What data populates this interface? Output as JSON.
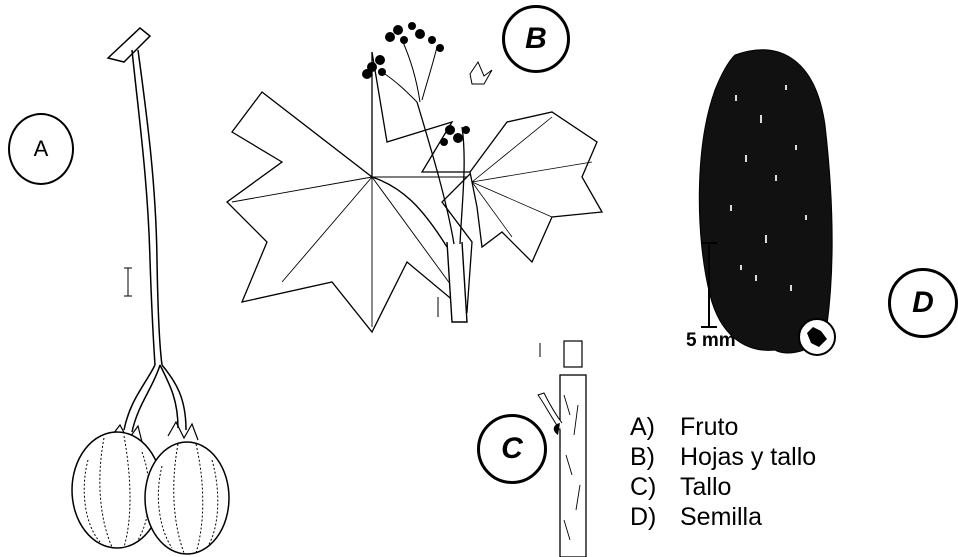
{
  "labels": {
    "a": "A",
    "b": "B",
    "c": "C",
    "d": "D"
  },
  "legend": [
    {
      "key": "A)",
      "text": "Fruto"
    },
    {
      "key": "B)",
      "text": "Hojas y tallo"
    },
    {
      "key": "C)",
      "text": "Tallo"
    },
    {
      "key": "D)",
      "text": "Semilla"
    }
  ],
  "seed_scale": "5 mm",
  "colors": {
    "ink": "#000000",
    "background": "#ffffff",
    "seed": "#111111"
  }
}
